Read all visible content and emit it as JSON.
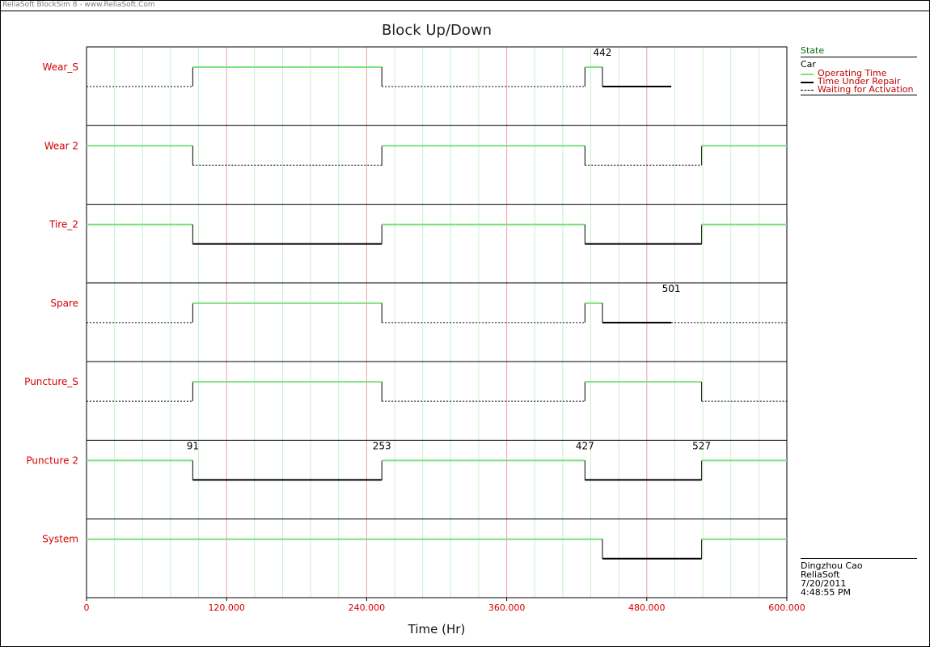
{
  "window": {
    "app_title": "ReliaSoft BlockSim 8 - www.ReliaSoft.Com"
  },
  "chart_data": {
    "type": "step",
    "title": "Block Up/Down",
    "xlabel": "Time (Hr)",
    "xlim": [
      0,
      600
    ],
    "xticks": [
      {
        "value": 0,
        "label": "0"
      },
      {
        "value": 120,
        "label": "120.000"
      },
      {
        "value": 240,
        "label": "240.000"
      },
      {
        "value": 360,
        "label": "360.000"
      },
      {
        "value": 480,
        "label": "480.000"
      },
      {
        "value": 600,
        "label": "600.000"
      }
    ],
    "minor_grid_step": 24,
    "rows": [
      {
        "name": "Wear_S",
        "segments": [
          {
            "state": "waiting",
            "start": 0,
            "end": 91
          },
          {
            "state": "operating",
            "start": 91,
            "end": 253
          },
          {
            "state": "waiting",
            "start": 253,
            "end": 427
          },
          {
            "state": "operating",
            "start": 427,
            "end": 442
          },
          {
            "state": "repair",
            "start": 442,
            "end": 501
          }
        ]
      },
      {
        "name": "Wear 2",
        "segments": [
          {
            "state": "operating",
            "start": 0,
            "end": 91
          },
          {
            "state": "waiting",
            "start": 91,
            "end": 253
          },
          {
            "state": "operating",
            "start": 253,
            "end": 427
          },
          {
            "state": "waiting",
            "start": 427,
            "end": 527
          },
          {
            "state": "operating",
            "start": 527,
            "end": 600
          }
        ]
      },
      {
        "name": "Tire_2",
        "segments": [
          {
            "state": "operating",
            "start": 0,
            "end": 91
          },
          {
            "state": "repair",
            "start": 91,
            "end": 253
          },
          {
            "state": "operating",
            "start": 253,
            "end": 427
          },
          {
            "state": "repair",
            "start": 427,
            "end": 527
          },
          {
            "state": "operating",
            "start": 527,
            "end": 600
          }
        ]
      },
      {
        "name": "Spare",
        "segments": [
          {
            "state": "waiting",
            "start": 0,
            "end": 91
          },
          {
            "state": "operating",
            "start": 91,
            "end": 253
          },
          {
            "state": "waiting",
            "start": 253,
            "end": 427
          },
          {
            "state": "operating",
            "start": 427,
            "end": 442
          },
          {
            "state": "repair",
            "start": 442,
            "end": 501
          },
          {
            "state": "waiting",
            "start": 501,
            "end": 600
          }
        ]
      },
      {
        "name": "Puncture_S",
        "segments": [
          {
            "state": "waiting",
            "start": 0,
            "end": 91
          },
          {
            "state": "operating",
            "start": 91,
            "end": 253
          },
          {
            "state": "waiting",
            "start": 253,
            "end": 427
          },
          {
            "state": "operating",
            "start": 427,
            "end": 527
          },
          {
            "state": "waiting",
            "start": 527,
            "end": 600
          }
        ]
      },
      {
        "name": "Puncture 2",
        "segments": [
          {
            "state": "operating",
            "start": 0,
            "end": 91
          },
          {
            "state": "repair",
            "start": 91,
            "end": 253
          },
          {
            "state": "operating",
            "start": 253,
            "end": 427
          },
          {
            "state": "repair",
            "start": 427,
            "end": 527
          },
          {
            "state": "operating",
            "start": 527,
            "end": 600
          }
        ]
      },
      {
        "name": "System",
        "segments": [
          {
            "state": "operating",
            "start": 0,
            "end": 442
          },
          {
            "state": "repair",
            "start": 442,
            "end": 527
          },
          {
            "state": "operating",
            "start": 527,
            "end": 600
          }
        ]
      }
    ],
    "annotations": [
      {
        "text": "442",
        "row": 0,
        "x": 442
      },
      {
        "text": "501",
        "row": 3,
        "x": 501
      },
      {
        "text": "91",
        "row": 5,
        "x": 91
      },
      {
        "text": "253",
        "row": 5,
        "x": 253
      },
      {
        "text": "427",
        "row": 5,
        "x": 427
      },
      {
        "text": "527",
        "row": 5,
        "x": 527
      }
    ],
    "legend": {
      "header": "State",
      "block": "Car",
      "entries": [
        {
          "label": "Operating Time",
          "state": "operating",
          "color": "#7fe07f",
          "style": "solid-thin"
        },
        {
          "label": "Time Under Repair",
          "state": "repair",
          "color": "#000000",
          "style": "solid-thick"
        },
        {
          "label": "Waiting for Activation",
          "state": "waiting",
          "color": "#000000",
          "style": "dashed"
        }
      ],
      "placement": "top-right"
    },
    "colors": {
      "operating": "#7fe07f",
      "repair": "#000000",
      "waiting": "#000000",
      "row_label": "#d40000",
      "major_grid": "#f0a0a0",
      "minor_grid": "#c8f0c8"
    }
  },
  "footer": {
    "user": "Dingzhou Cao",
    "company": "ReliaSoft",
    "date": "7/20/2011",
    "time": "4:48:55 PM"
  }
}
